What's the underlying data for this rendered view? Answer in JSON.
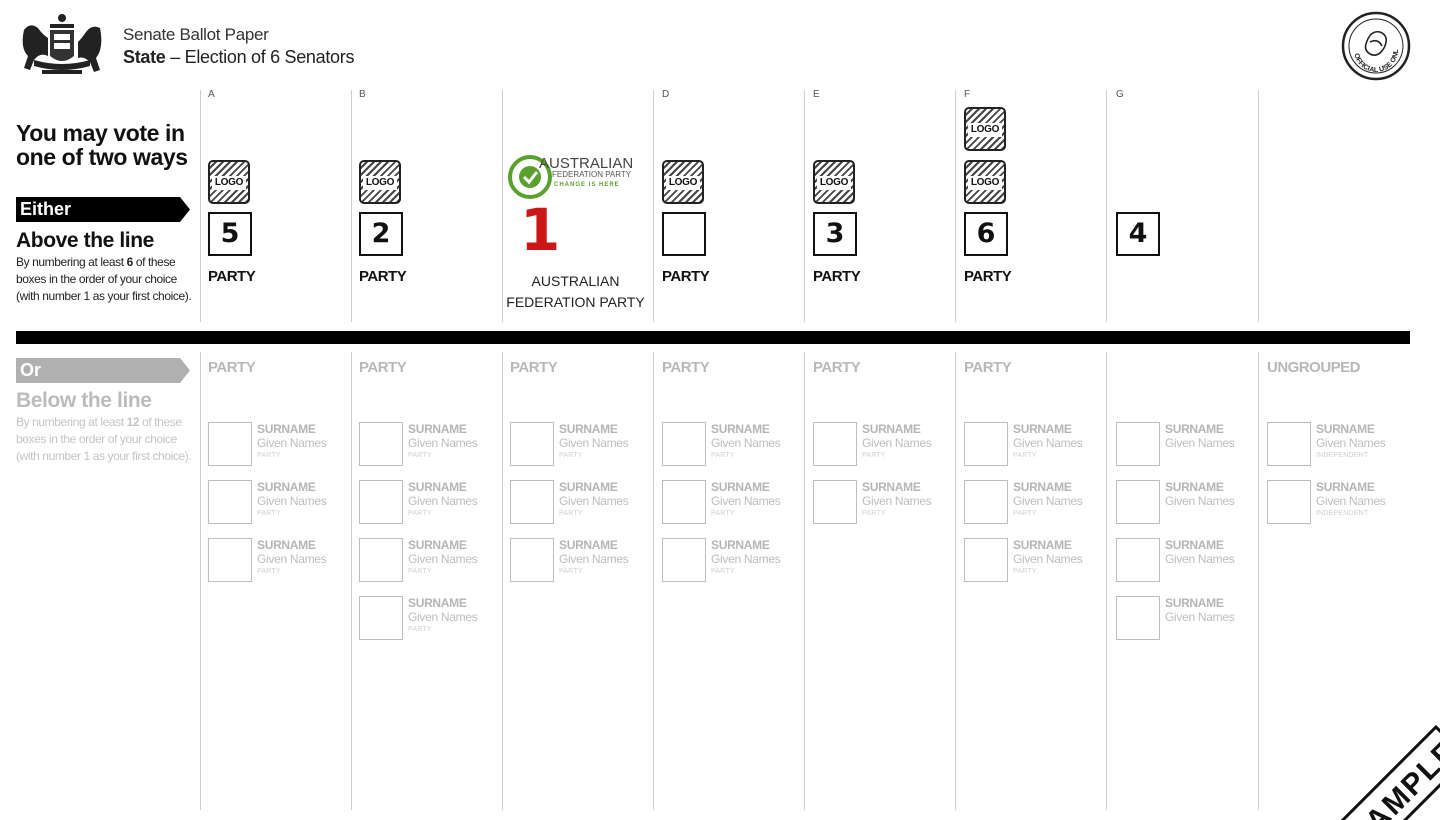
{
  "header": {
    "title": "Senate Ballot Paper",
    "subtitle_bold": "State",
    "subtitle_rest": " – Election of 6 Senators",
    "seal_text": "OFFICIAL USE ONLY"
  },
  "instructions": {
    "heading": "You may vote in one of two ways",
    "either": "Either",
    "above_heading": "Above the line",
    "above_text_a": "By numbering at least ",
    "above_min": "6",
    "above_text_b": " of these boxes in the order of your choice (with number 1 as your first choice).",
    "or": "Or",
    "below_heading": "Below the line",
    "below_text_a": "By numbering at least ",
    "below_min": "12",
    "below_text_b": " of these boxes in the order of your choice (with number 1 as your first choice)."
  },
  "above": {
    "logo_text": "LOGO",
    "party_label": "PARTY",
    "columns": [
      {
        "letter": "A",
        "vote": "5"
      },
      {
        "letter": "B",
        "vote": "2"
      },
      {
        "letter": "",
        "vote": "1",
        "party_name": "AUSTRALIAN FEDERATION PARTY",
        "logo_line1": "AUSTRALIAN",
        "logo_line2": "FEDERATION PARTY",
        "logo_line3": "CHANGE IS HERE"
      },
      {
        "letter": "D",
        "vote": ""
      },
      {
        "letter": "E",
        "vote": "3"
      },
      {
        "letter": "F",
        "vote": "6"
      },
      {
        "letter": "G",
        "vote": "4"
      }
    ]
  },
  "below": {
    "surname": "SURNAME",
    "given": "Given Names",
    "party_small": "PARTY",
    "independent_small": "INDEPENDENT",
    "groups": [
      {
        "header": "PARTY"
      },
      {
        "header": "PARTY"
      },
      {
        "header": "PARTY"
      },
      {
        "header": "PARTY"
      },
      {
        "header": "PARTY"
      },
      {
        "header": "PARTY"
      },
      {
        "header": ""
      },
      {
        "header": "UNGROUPED"
      }
    ]
  },
  "stamp": "SAMPLE",
  "colors": {
    "vote_red": "#cc1717",
    "afp_green": "#5aa02c",
    "black_bar": "#000000"
  }
}
